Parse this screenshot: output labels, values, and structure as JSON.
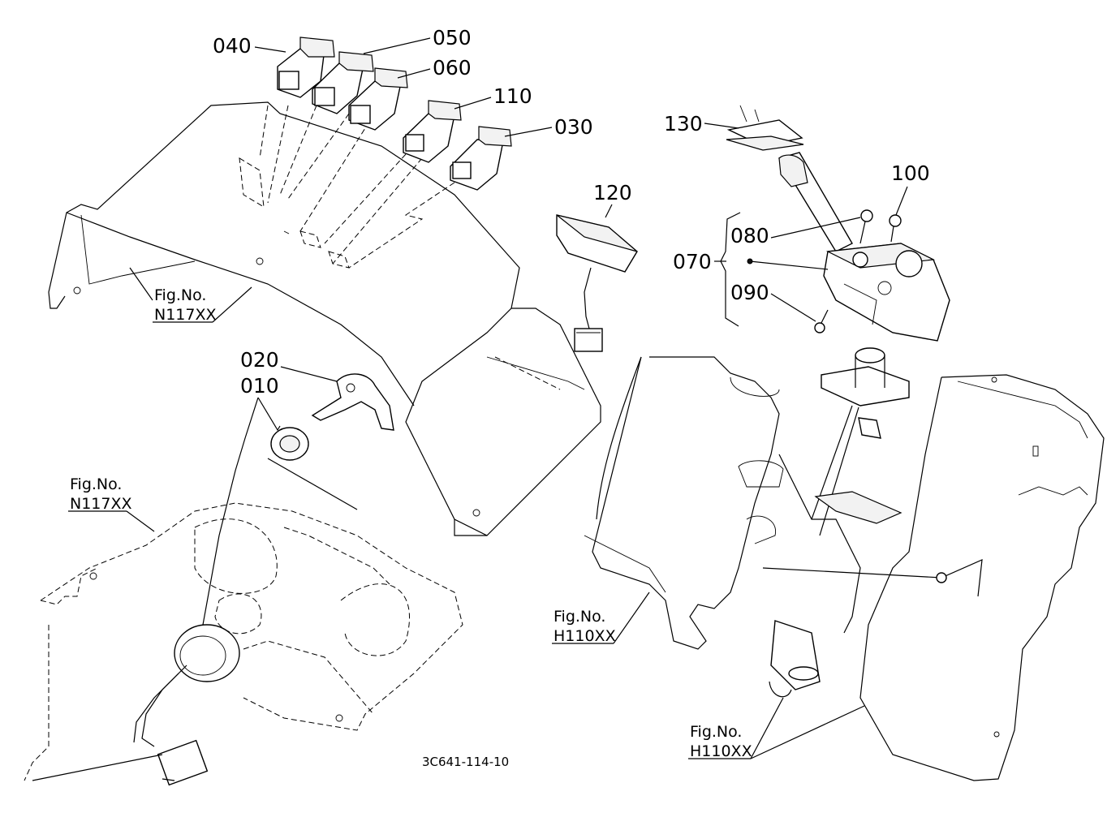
{
  "callouts": {
    "c040": "040",
    "c050": "050",
    "c060": "060",
    "c110": "110",
    "c030": "030",
    "c120": "120",
    "c130": "130",
    "c100": "100",
    "c080": "080",
    "c070": "070",
    "c090": "090",
    "c020": "020",
    "c010": "010"
  },
  "figure_refs": {
    "ref1": {
      "line1": "Fig.No.",
      "line2": "N117XX"
    },
    "ref2": {
      "line1": "Fig.No.",
      "line2": "N117XX"
    },
    "ref3": {
      "line1": "Fig.No.",
      "line2": "H110XX"
    },
    "ref4": {
      "line1": "Fig.No.",
      "line2": "H110XX"
    }
  },
  "drawing_code": "3C641-114-10"
}
